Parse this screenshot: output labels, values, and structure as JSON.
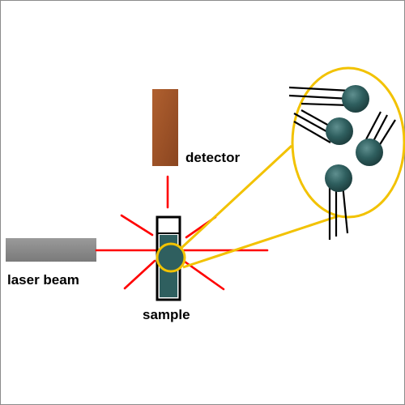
{
  "labels": {
    "detector": "detector",
    "laser_beam": "laser beam",
    "sample": "sample"
  },
  "colors": {
    "laser": "#ff0000",
    "laser_source": "#8a8a8a",
    "detector": "#a0522d",
    "particle": "#2f5f5f",
    "solution": "#2f5f5f",
    "zoom_outline": "#f2c200",
    "polymer_lines": "#000000",
    "frame_border": "#8c8c8c"
  }
}
